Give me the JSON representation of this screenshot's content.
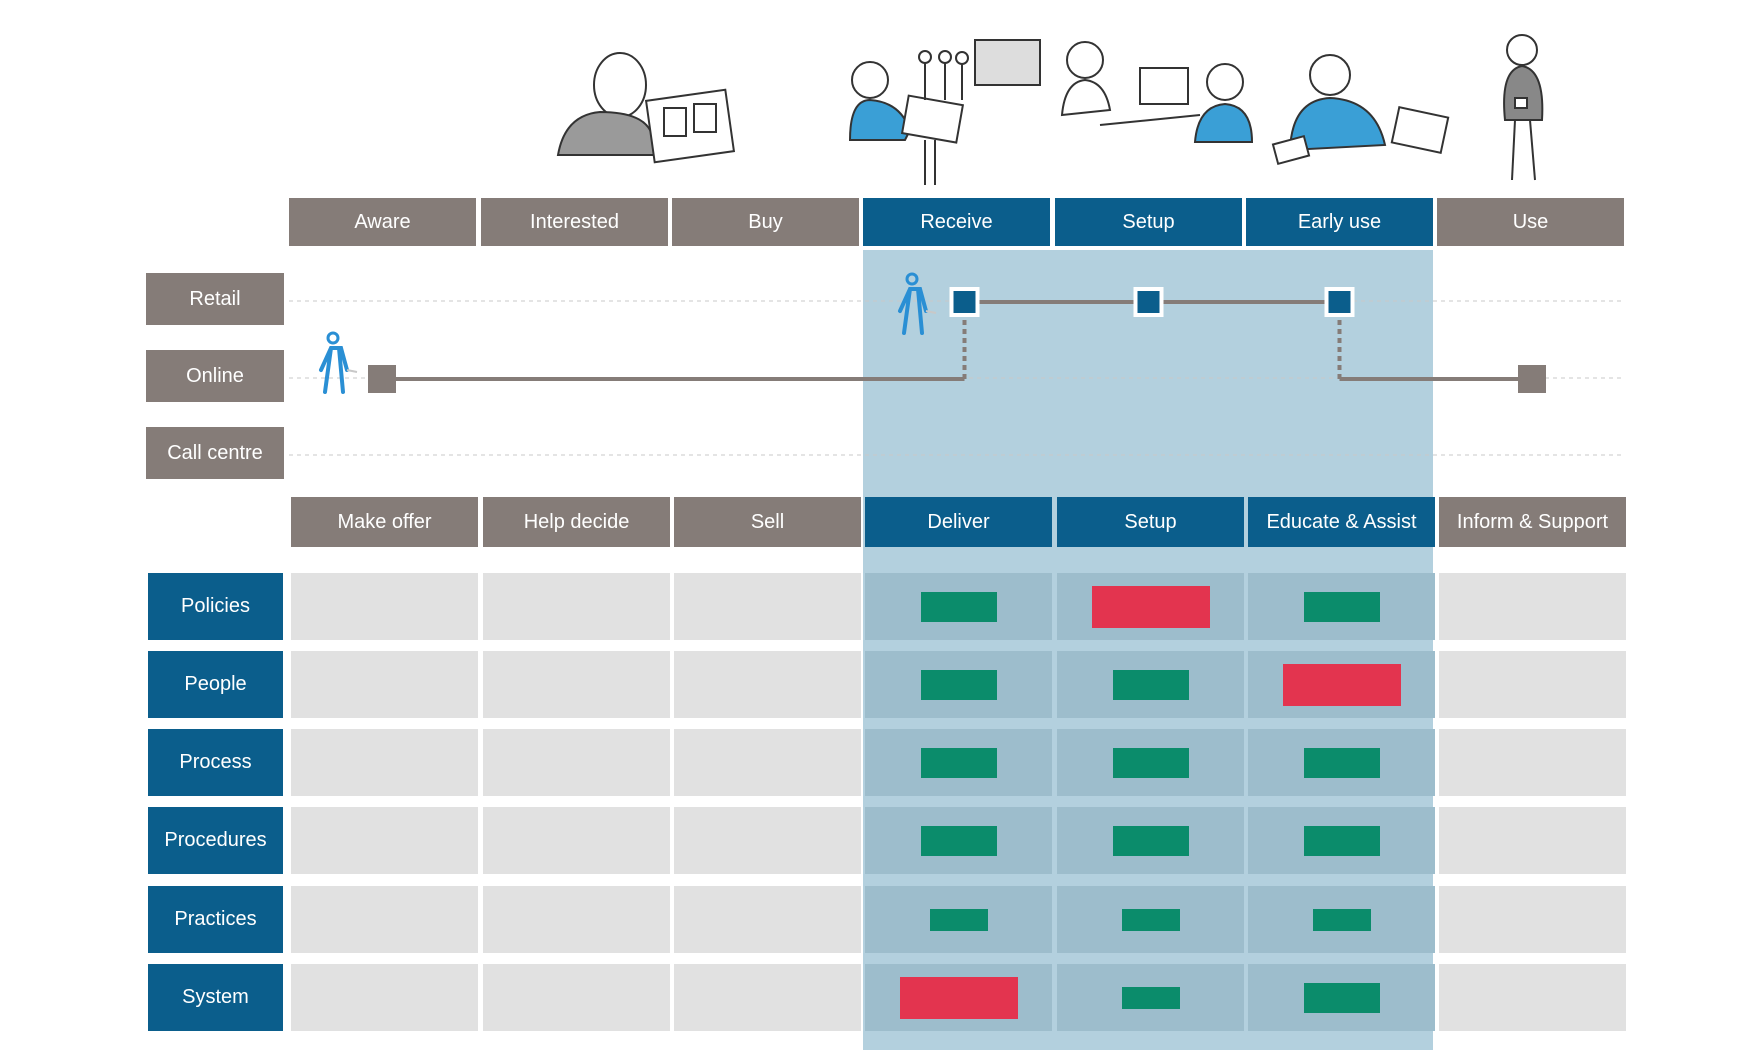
{
  "colors": {
    "stage_gray": "#857c78",
    "stage_blue": "#0b5e8c",
    "highlight": "#b3d0de",
    "cell_gray": "#e1e1e1",
    "cell_highlight": "#9dbdcc",
    "good": "#0b8c6b",
    "bad": "#e3344f",
    "customer_icon": "#2a8fd4",
    "path_line": "#857c78"
  },
  "customer_stages": [
    "Aware",
    "Interested",
    "Buy",
    "Receive",
    "Setup",
    "Early use",
    "Use"
  ],
  "channels": [
    "Retail",
    "Online",
    "Call centre"
  ],
  "business_stages": [
    "Make offer",
    "Help decide",
    "Sell",
    "Deliver",
    "Setup",
    "Educate & Assist",
    "Inform & Support"
  ],
  "dimensions": [
    "Policies",
    "People",
    "Process",
    "Procedures",
    "Practices",
    "System"
  ],
  "highlighted_stages": [
    3,
    4,
    5
  ],
  "journey": {
    "online_start_stage": 0,
    "online_end_stage": 6,
    "retail_touchpoints": [
      3,
      4,
      5
    ]
  },
  "status_matrix": [
    [
      "good",
      "bad",
      "good"
    ],
    [
      "good",
      "good",
      "bad"
    ],
    [
      "good",
      "good",
      "good"
    ],
    [
      "good",
      "good",
      "good"
    ],
    [
      "good",
      "good",
      "good"
    ],
    [
      "bad",
      "good",
      "good"
    ]
  ],
  "illustrations": [
    "person-laptop-illustration",
    "person-tablet-store-illustration",
    "staff-customer-illustration",
    "elderly-laptop-illustration",
    "person-phone-illustration"
  ]
}
